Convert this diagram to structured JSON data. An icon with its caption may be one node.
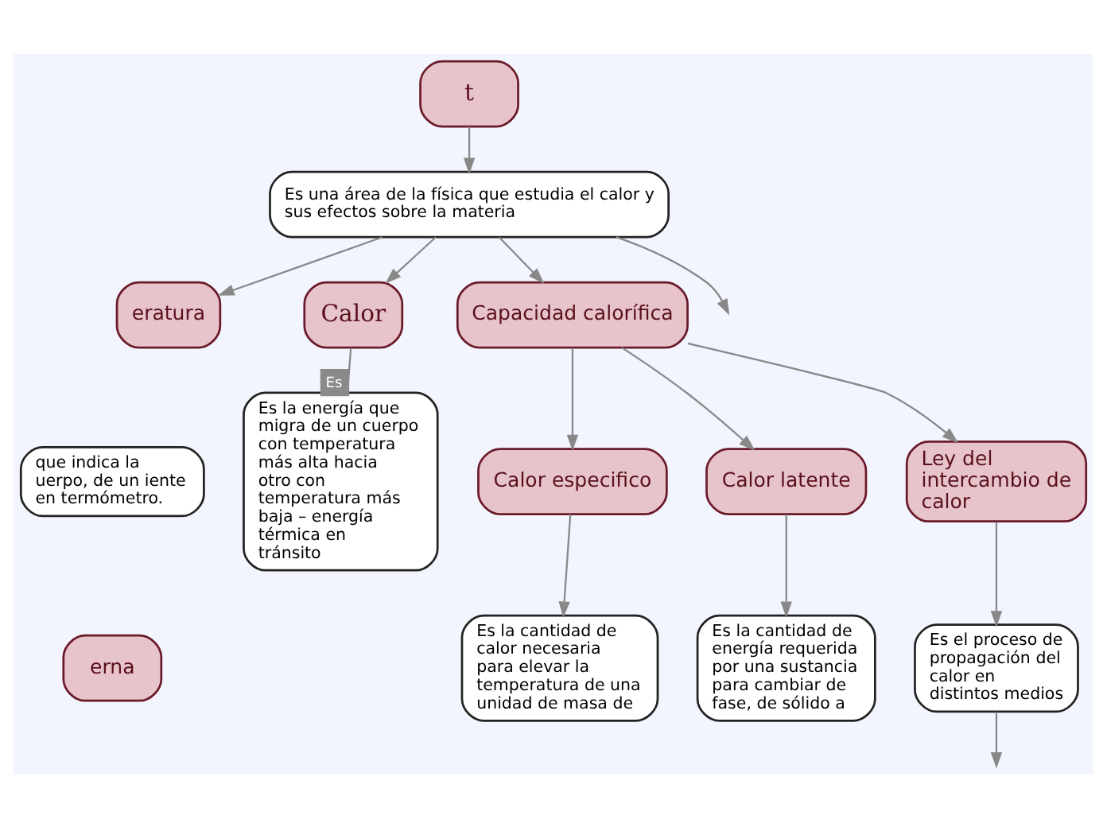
{
  "diagram": {
    "nodes": [
      {
        "text": [
          "t"
        ]
      },
      {
        "text": [
          "Es una área de la física que estudia el calor y sus efectos sobre la materia"
        ]
      },
      {
        "text": [
          "eratura"
        ]
      },
      {
        "text": [
          "que indica la uerpo, de un iente en termómetro."
        ]
      },
      {
        "text": [
          "erna"
        ]
      },
      {
        "text": [
          "Calor"
        ]
      },
      {
        "text": [
          "Es la energía que migra de un cuerpo con temperatura más alta hacia otro con temperatura más baja – energía térmica en tránsito"
        ]
      },
      {
        "text": [
          "Capacidad calorífica"
        ]
      },
      {
        "text": [
          "Calor especifico"
        ]
      },
      {
        "text": [
          "Es la cantidad de calor necesaria para elevar la temperatura de una unidad de masa de"
        ]
      },
      {
        "text": [
          "Calor latente"
        ]
      },
      {
        "text": [
          "Es la cantidad de energía requerida por una sustancia para cambiar de fase, de sólido a"
        ]
      },
      {
        "text": [
          "Ley del intercambio de calor"
        ]
      },
      {
        "text": [
          "Es el proceso de propagación del calor en distintos medios"
        ]
      }
    ],
    "edges": [
      {
        "from": 0,
        "to": 1,
        "arrow": "to"
      },
      {
        "from": 1,
        "to": 2,
        "arrow": "to"
      },
      {
        "from": 1,
        "to": 5,
        "arrow": "to"
      },
      {
        "from": 1,
        "to": 7,
        "arrow": "to"
      },
      {
        "from": 1,
        "to": null,
        "arrow": "to"
      },
      {
        "from": 5,
        "to": 6,
        "label": "Es",
        "arrow": "none"
      },
      {
        "from": 7,
        "to": 8,
        "arrow": "to"
      },
      {
        "from": 7,
        "to": 10,
        "arrow": "to"
      },
      {
        "from": 7,
        "to": 12,
        "arrow": "to"
      },
      {
        "from": 8,
        "to": 9,
        "arrow": "to"
      },
      {
        "from": 10,
        "to": 11,
        "arrow": "to"
      },
      {
        "from": 12,
        "to": 13,
        "arrow": "to"
      },
      {
        "from": 13,
        "to": null,
        "arrow": "to"
      }
    ]
  }
}
